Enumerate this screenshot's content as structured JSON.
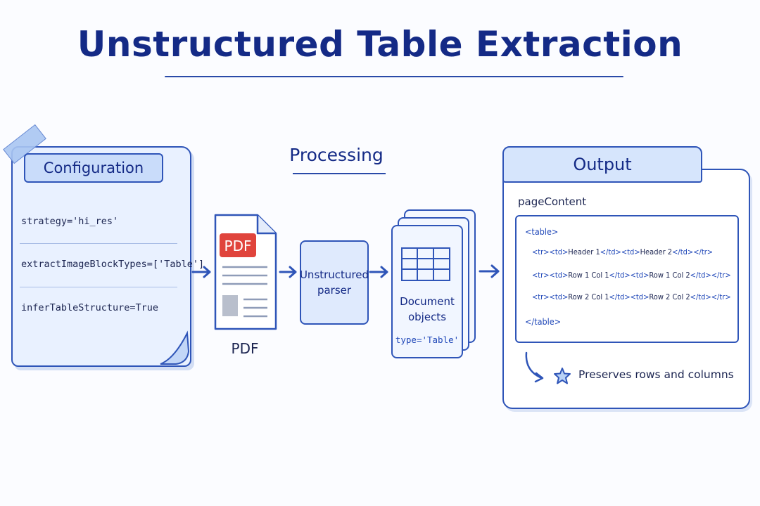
{
  "title": "Unstructured Table Extraction",
  "configuration": {
    "header": "Configuration",
    "lines": [
      "strategy='hi_res'",
      "extractImageBlockTypes=['Table']",
      "inferTableStructure=True"
    ]
  },
  "processing": {
    "label": "Processing",
    "pdf_badge": "PDF",
    "pdf_label": "PDF",
    "parser_line1": "Unstructured",
    "parser_line2": "parser",
    "doc_line1": "Document",
    "doc_line2": "objects",
    "doc_type": "type='Table'"
  },
  "output": {
    "header": "Output",
    "subtitle": "pageContent",
    "code": {
      "table_open": "<table>",
      "row1": [
        "<tr>",
        "<td>",
        "Header 1",
        "</td>",
        "<td>",
        "Header 2",
        "</td>",
        "</tr>"
      ],
      "row2": [
        "<tr>",
        "<td>",
        "Row 1 Col 1",
        "</td>",
        "<td>",
        "Row 1 Col 2",
        "</td>",
        "</tr>"
      ],
      "row3": [
        "<tr>",
        "<td>",
        "Row 2 Col 1",
        "</td>",
        "<td>",
        "Row 2 Col 2",
        "</td>",
        "</tr>"
      ],
      "table_close": "</table>"
    },
    "note": "Preserves rows and columns"
  },
  "colors": {
    "primary": "#2f55b8",
    "title": "#142a86",
    "pdf_red": "#e0443c",
    "card_fill": "#e9f1ff"
  },
  "icons": [
    "tape-icon",
    "arrow-right-icon",
    "pdf-file-icon",
    "table-grid-icon",
    "curved-arrow-icon",
    "star-icon"
  ]
}
